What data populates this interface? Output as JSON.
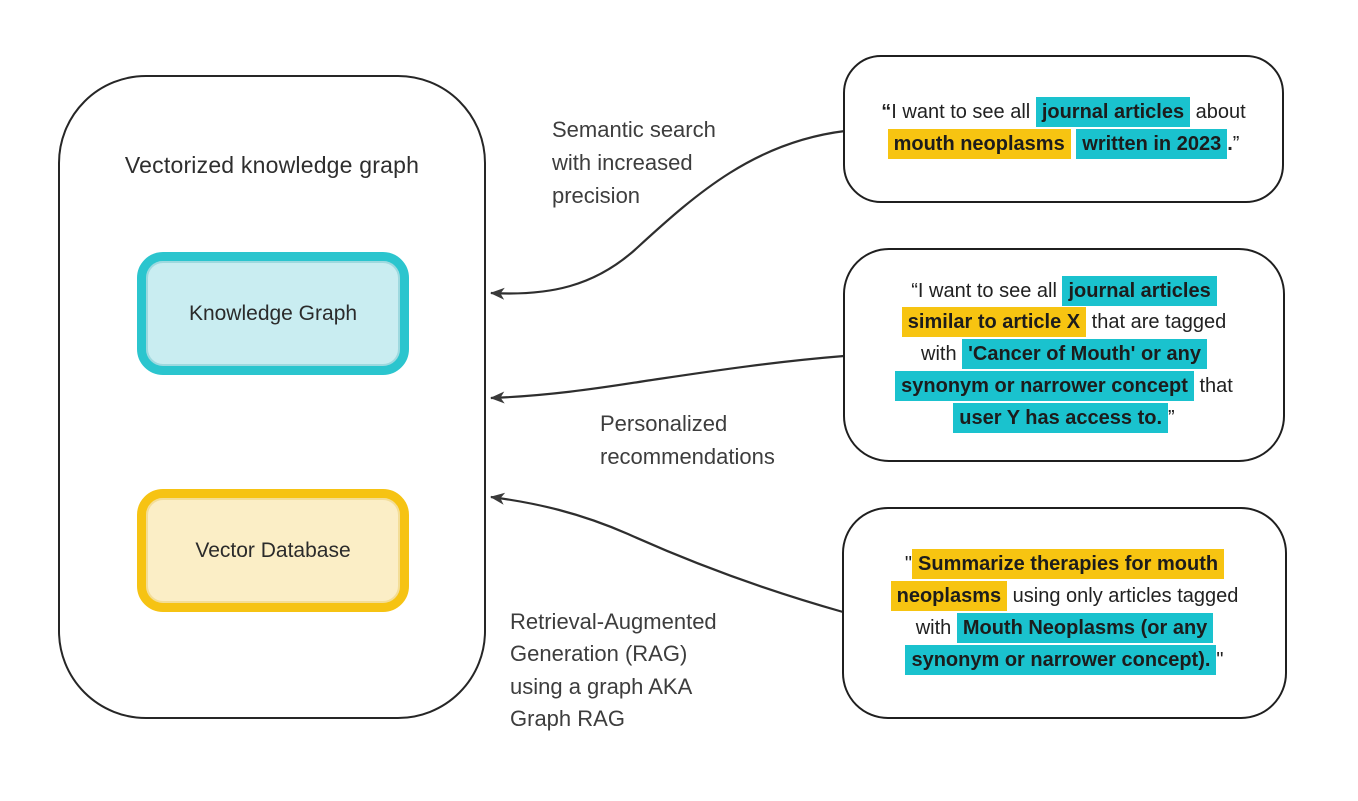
{
  "container": {
    "title": "Vectorized knowledge graph"
  },
  "nodes": {
    "knowledge_graph": {
      "label": "Knowledge Graph",
      "border_color": "#2bc5ce",
      "fill_color": "#c9edf1"
    },
    "vector_database": {
      "label": "Vector Database",
      "border_color": "#f6c313",
      "fill_color": "#fbeec6"
    }
  },
  "colors": {
    "teal_highlight": "#1ac2ce",
    "yellow_highlight": "#f7c411",
    "outline": "#262626",
    "arrow": "#3a3a3a"
  },
  "annotations": {
    "semantic_search": {
      "lines": [
        "Semantic search",
        "with increased",
        "precision"
      ]
    },
    "personalized": {
      "lines": [
        "Personalized",
        "recommendations"
      ]
    },
    "graph_rag": {
      "lines": [
        "Retrieval-Augmented",
        "Generation (RAG)",
        "using a graph AKA",
        "Graph RAG"
      ]
    }
  },
  "bubbles": [
    {
      "name": "semantic-search-query",
      "lines": [
        [
          {
            "t": "“",
            "s": "b"
          },
          {
            "t": "I want to see all ",
            "s": "p"
          },
          {
            "t": "journal articles",
            "s": "t"
          },
          {
            "t": " about",
            "s": "p"
          }
        ],
        [
          {
            "t": "mouth neoplasms",
            "s": "y"
          },
          {
            "t": " ",
            "s": "p"
          },
          {
            "t": "written in 2023",
            "s": "t"
          },
          {
            "t": ".",
            "s": "b"
          },
          {
            "t": "”",
            "s": "p"
          }
        ]
      ]
    },
    {
      "name": "personalized-recommendations-query",
      "lines": [
        [
          {
            "t": "“I want to see all ",
            "s": "p"
          },
          {
            "t": "journal articles",
            "s": "t"
          }
        ],
        [
          {
            "t": "similar to article X",
            "s": "y"
          },
          {
            "t": " that are tagged",
            "s": "p"
          }
        ],
        [
          {
            "t": "with ",
            "s": "p"
          },
          {
            "t": "'Cancer of Mouth' or any",
            "s": "t"
          }
        ],
        [
          {
            "t": "synonym or narrower concept",
            "s": "t"
          },
          {
            "t": " that",
            "s": "p"
          }
        ],
        [
          {
            "t": "user Y has access to.",
            "s": "t"
          },
          {
            "t": "”",
            "s": "p"
          }
        ]
      ]
    },
    {
      "name": "graph-rag-query",
      "lines": [
        [
          {
            "t": "\"",
            "s": "p"
          },
          {
            "t": "Summarize therapies for mouth",
            "s": "y"
          }
        ],
        [
          {
            "t": "neoplasms",
            "s": "y"
          },
          {
            "t": " using only articles tagged",
            "s": "p"
          }
        ],
        [
          {
            "t": "with ",
            "s": "p"
          },
          {
            "t": "Mouth Neoplasms (or any",
            "s": "t"
          }
        ],
        [
          {
            "t": "synonym or narrower concept).",
            "s": "t"
          },
          {
            "t": "\"",
            "s": "p"
          }
        ]
      ]
    }
  ]
}
